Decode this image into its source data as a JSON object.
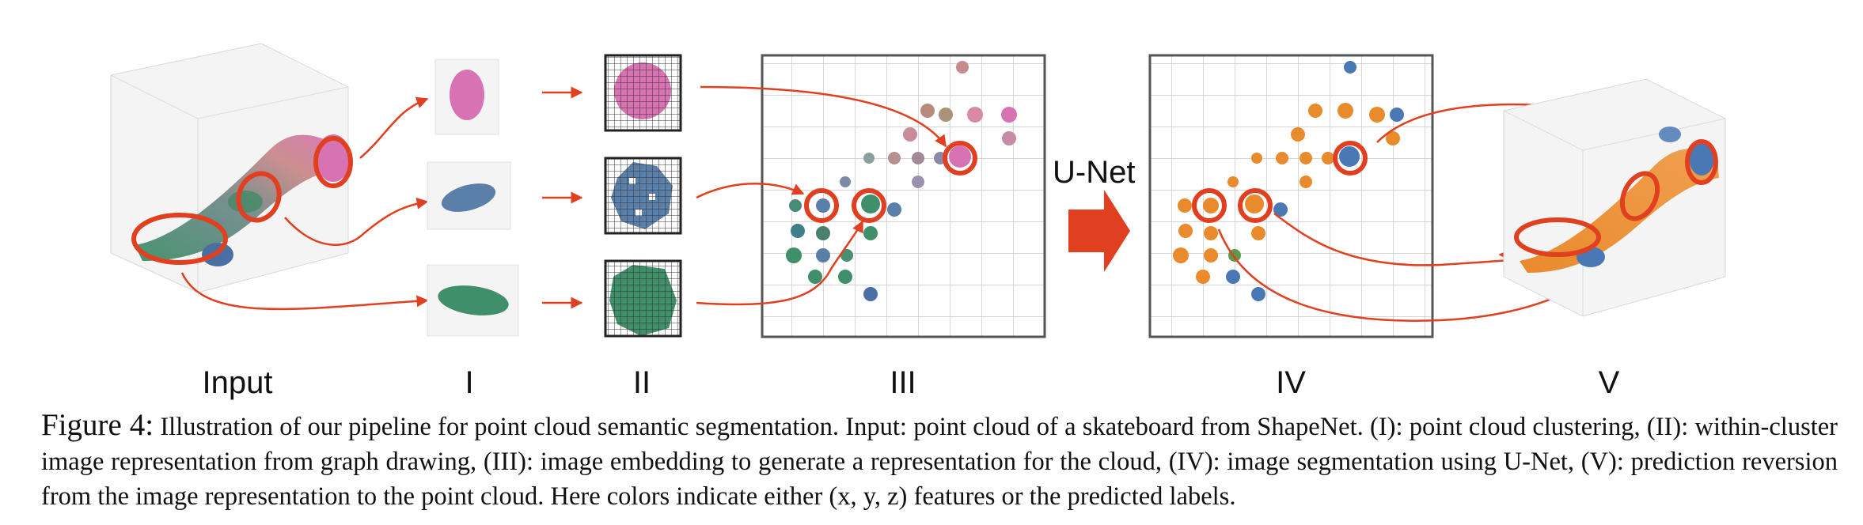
{
  "stages": {
    "input": "Input",
    "s1": "I",
    "s2": "II",
    "s3": "III",
    "s4": "IV",
    "s5": "V"
  },
  "unet": "U-Net",
  "caption": {
    "prefix": "Figure 4:",
    "text": "Illustration of our pipeline for point cloud semantic segmentation. Input: point cloud of a skateboard from ShapeNet. (I): point cloud clustering, (II): within-cluster image representation from graph drawing, (III): image embedding to generate a representation for the cloud, (IV): image segmentation using U-Net, (V): prediction reversion from the image representation to the point cloud. Here colors indicate either (x, y, z) features or the predicted labels."
  },
  "colors": {
    "highlight": "#e0401f",
    "cluster_pink": "#d873b3",
    "cluster_blue": "#5a7fa8",
    "cluster_green": "#3f8f6a",
    "label_orange": "#e98a2c",
    "label_blue": "#4a78b5"
  }
}
